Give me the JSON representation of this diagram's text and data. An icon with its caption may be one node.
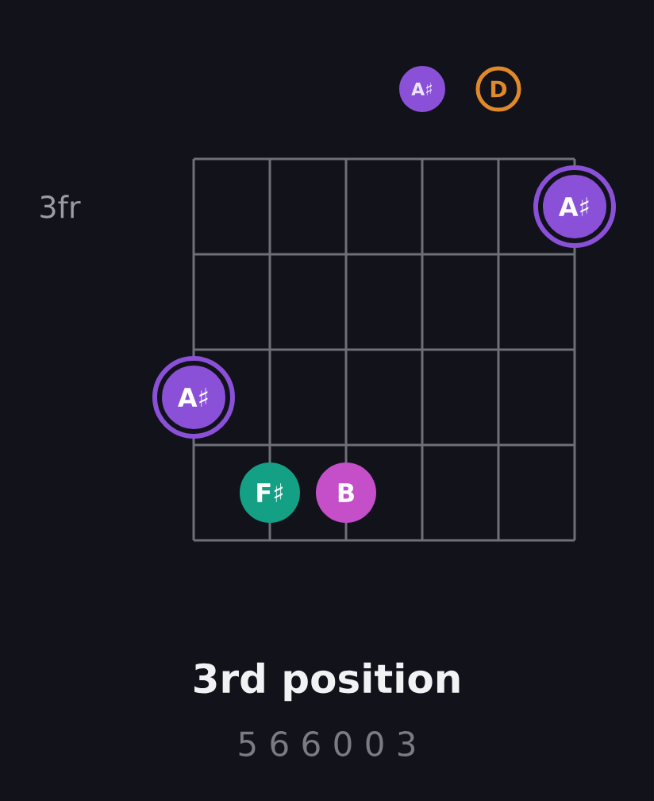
{
  "diagram": {
    "title": "3rd position",
    "caption": "5 6 6 0 0 3",
    "nodes": [
      {
        "text": [
          "A♯"
        ]
      },
      {
        "text": [
          "D"
        ]
      },
      {
        "text": [
          "A♯"
        ]
      },
      {
        "text": [
          "A♯"
        ]
      },
      {
        "text": [
          "F♯"
        ]
      },
      {
        "text": [
          "B"
        ]
      }
    ],
    "labels": [
      "3fr"
    ]
  }
}
